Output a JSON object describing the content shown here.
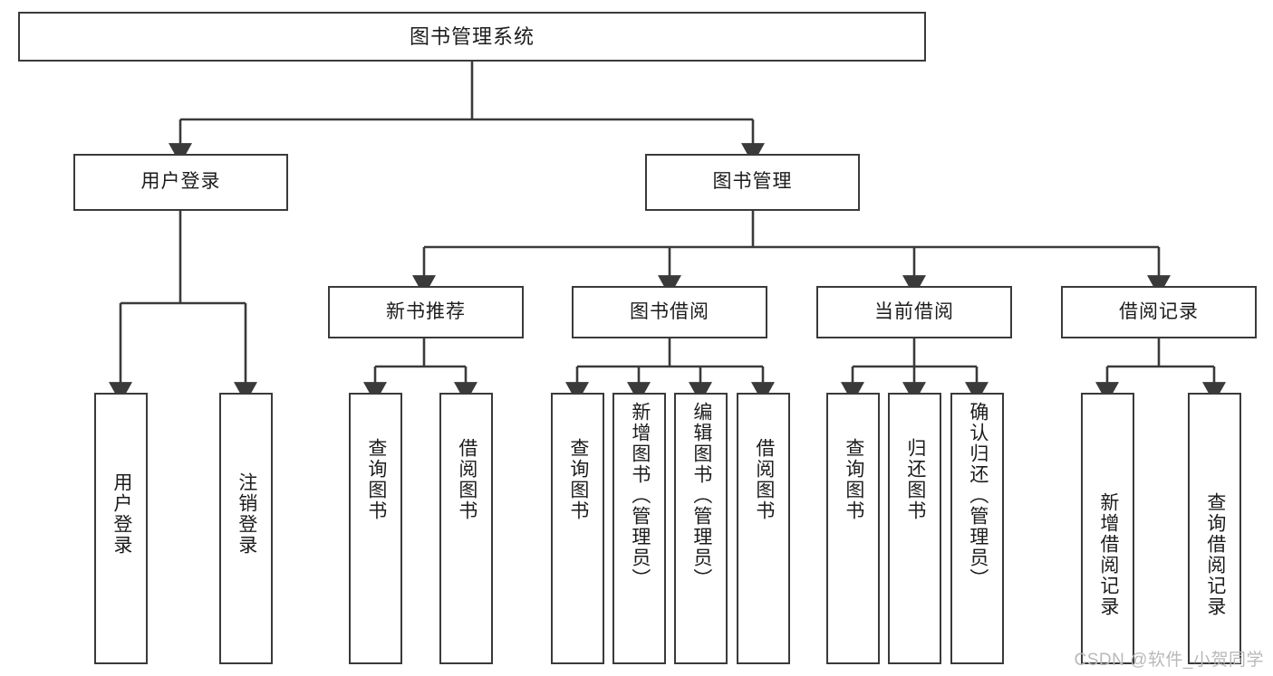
{
  "diagram": {
    "type": "tree-hierarchy",
    "title": "图书管理系统",
    "watermark": "CSDN @软件_小贺同学",
    "colors": {
      "stroke": "#3a3a3a",
      "fill": "#ffffff",
      "text": "#1c1c1c",
      "watermark": "#b9b9b9"
    },
    "nodes": {
      "root": {
        "label": "图书管理系统"
      },
      "level2": [
        {
          "label": "用户登录"
        },
        {
          "label": "图书管理"
        }
      ],
      "level3": [
        {
          "label": "新书推荐"
        },
        {
          "label": "图书借阅"
        },
        {
          "label": "当前借阅"
        },
        {
          "label": "借阅记录"
        }
      ],
      "leaves": {
        "user_login": [
          {
            "label": "用户登录"
          },
          {
            "label": "注销登录"
          }
        ],
        "new_book": [
          {
            "label": "查询图书"
          },
          {
            "label": "借阅图书"
          }
        ],
        "borrow_book": [
          {
            "label": "查询图书"
          },
          {
            "label": "新增图书（管理员）"
          },
          {
            "label": "编辑图书（管理员）"
          },
          {
            "label": "借阅图书"
          }
        ],
        "current_borrow": [
          {
            "label": "查询图书"
          },
          {
            "label": "归还图书"
          },
          {
            "label": "确认归还（管理员）"
          }
        ],
        "borrow_record": [
          {
            "label": "新增借阅记录"
          },
          {
            "label": "查询借阅记录"
          }
        ]
      }
    }
  }
}
